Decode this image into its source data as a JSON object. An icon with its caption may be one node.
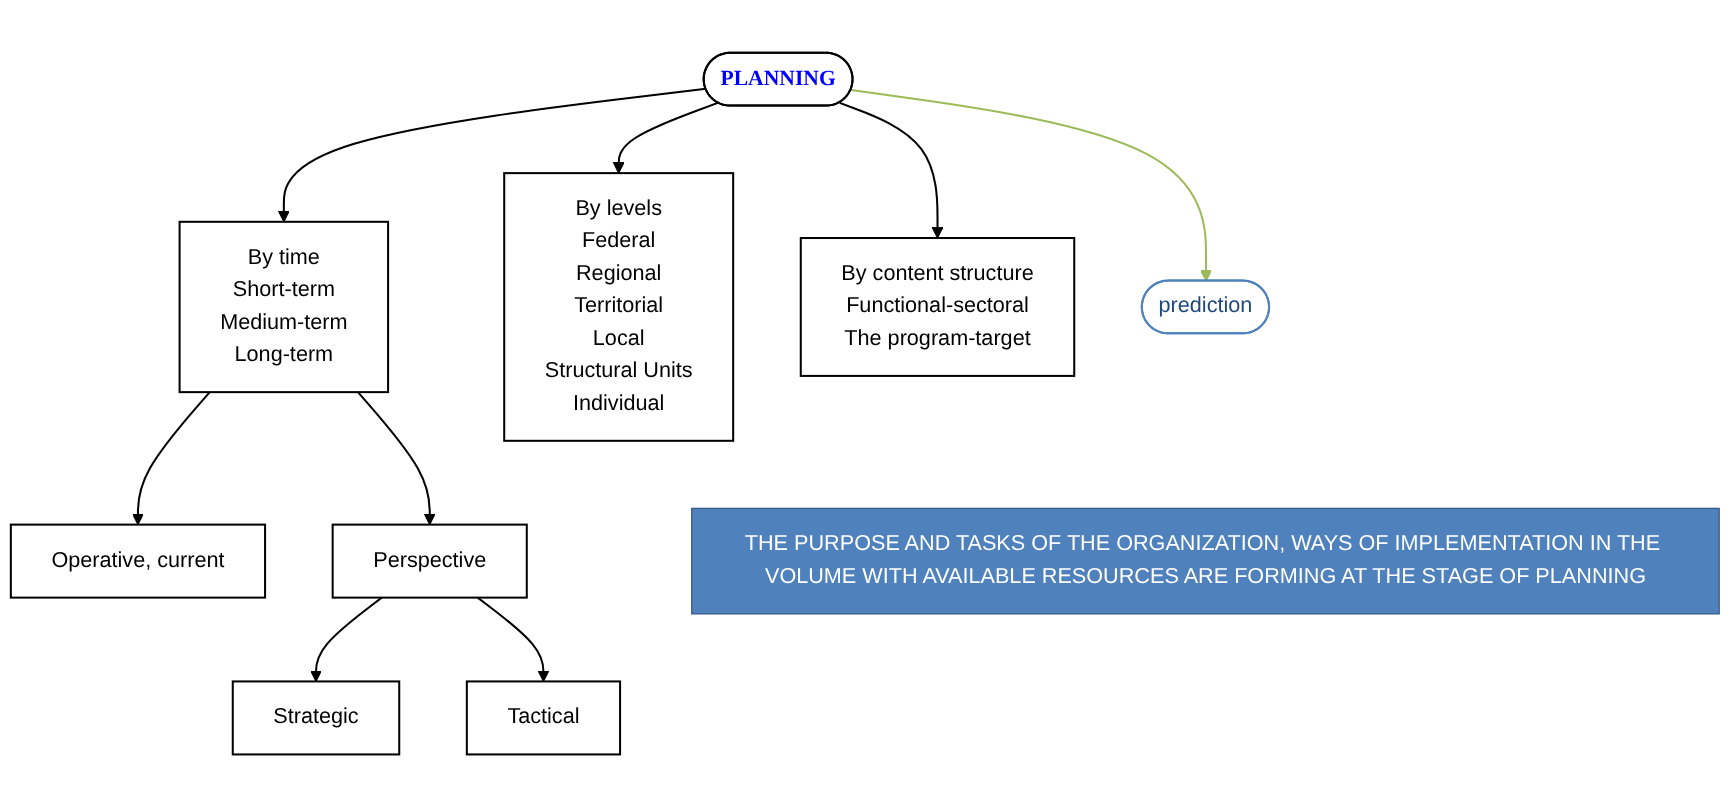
{
  "diagram": {
    "nodes": [
      {
        "text": [
          "PLANNING"
        ]
      },
      {
        "text": [
          "By time",
          "Short-term",
          "Medium-term",
          "Long-term"
        ]
      },
      {
        "text": [
          "Operative, current"
        ]
      },
      {
        "text": [
          "Perspective"
        ]
      },
      {
        "text": [
          "Strategic"
        ]
      },
      {
        "text": [
          "Tactical"
        ]
      },
      {
        "text": [
          "By levels",
          "Federal",
          "Regional",
          "Territorial",
          "Local",
          "Structural Units",
          "Individual"
        ]
      },
      {
        "text": [
          "By content structure",
          "Functional-sectoral",
          "The program-target"
        ]
      },
      {
        "text": [
          "prediction"
        ]
      },
      {
        "text": [
          "THE PURPOSE AND TASKS OF THE ORGANIZATION, WAYS OF IMPLEMENTATION IN THE VOLUME WITH AVAILABLE RESOURCES ARE FORMING AT THE STAGE OF PLANNING"
        ]
      }
    ],
    "edges": [
      {
        "from": 0,
        "to": 1,
        "arrow": "to"
      },
      {
        "from": 0,
        "to": 6,
        "arrow": "to"
      },
      {
        "from": 0,
        "to": 7,
        "arrow": "to"
      },
      {
        "from": 1,
        "to": 2,
        "arrow": "to"
      },
      {
        "from": 1,
        "to": 3,
        "arrow": "to"
      },
      {
        "from": 3,
        "to": 4,
        "arrow": "to"
      },
      {
        "from": 3,
        "to": 5,
        "arrow": "to"
      },
      {
        "from": 0,
        "to": 8,
        "arrow": "to",
        "color": "#9bbb59"
      }
    ]
  }
}
